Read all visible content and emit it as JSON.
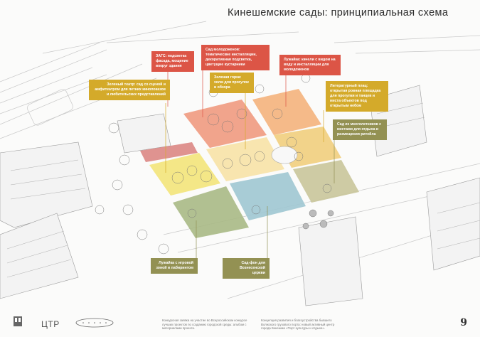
{
  "header": {
    "title": "Кинешемские сады: принципиальная схема"
  },
  "labels": [
    {
      "id": "zags",
      "text": "ЗАГС: подсветка фасада, мощение вокруг здания",
      "color": "#dc5546"
    },
    {
      "id": "newlyweds-garden",
      "text": "Сад молодоженов: тематические инсталляции, декоративная подсветка, цветущие кустарники",
      "color": "#dc5546"
    },
    {
      "id": "lawn-swings",
      "text": "Лужайка: качели с видом на воду и инсталляции для молодоженов",
      "color": "#dc5546"
    },
    {
      "id": "green-theatre",
      "text": "Зеленый театр: сад со сценой и амфитеатром для летних кинопоказов и любительских представлений",
      "color": "#d4aa2a"
    },
    {
      "id": "green-hill",
      "text": "Зеленая горка: холм для прогулок и обзора",
      "color": "#d4aa2a"
    },
    {
      "id": "literary-square",
      "text": "Литературный плац: открытая ровная площадка для прогулки и танцев и места объектов под открытым небом",
      "color": "#d4aa2a"
    },
    {
      "id": "perennials-garden",
      "text": "Сад из многолетников с местами для отдыха и размещения ритейла",
      "color": "#939153"
    },
    {
      "id": "lawn-playground",
      "text": "Лужайка с игровой зоной и лабиринтом",
      "color": "#939153"
    },
    {
      "id": "church-garden",
      "text": "Сад-фон для Вознесенской церкви",
      "color": "#939153"
    }
  ],
  "zones": {
    "red_strip": "#d9807d",
    "salmon": "#ef9a80",
    "orange": "#f4b27c",
    "yellow": "#f3e47a",
    "light_yellow": "#f7e2a6",
    "amber": "#f1ce7d",
    "green": "#a8b985",
    "blue": "#9fc6d1",
    "khaki": "#c9c59a"
  },
  "footer": {
    "logo_text": "ЦТР",
    "text_left": "Конкурсная заявка на участие во Всероссийском конкурсе лучших проектов по созданию городской среды: альбом с материалами проекта.",
    "text_right": "Концепция развития и благоустройства бывшего Волжского грузового порта: новый активный центр города Кинешма «Порт культуры и отдыха».",
    "page_number": "9"
  }
}
